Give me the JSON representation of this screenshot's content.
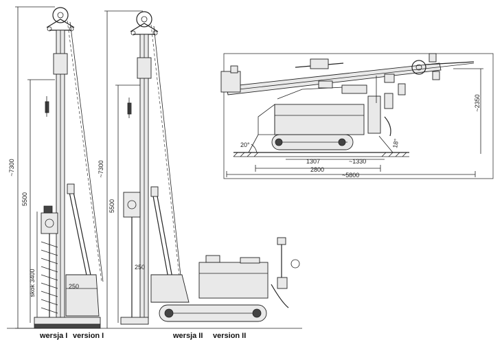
{
  "figure": {
    "left_rig": {
      "height_total": "~7300",
      "height_mast": "5500",
      "stroke": "skok 3400",
      "bracket_small": "250",
      "caption_pl": "wersja I",
      "caption_en": "version I"
    },
    "middle_rig": {
      "height_total": "~7300",
      "height_mast": "5500",
      "bracket_small": "250",
      "caption_pl": "wersja II",
      "caption_en": "version II"
    },
    "transport_view": {
      "height": "~2350",
      "angle_front": "20°",
      "angle_rear": "18°",
      "dim_a": "1307",
      "dim_b": "~1330",
      "dim_c": "2800",
      "dim_d": "~5800"
    }
  }
}
